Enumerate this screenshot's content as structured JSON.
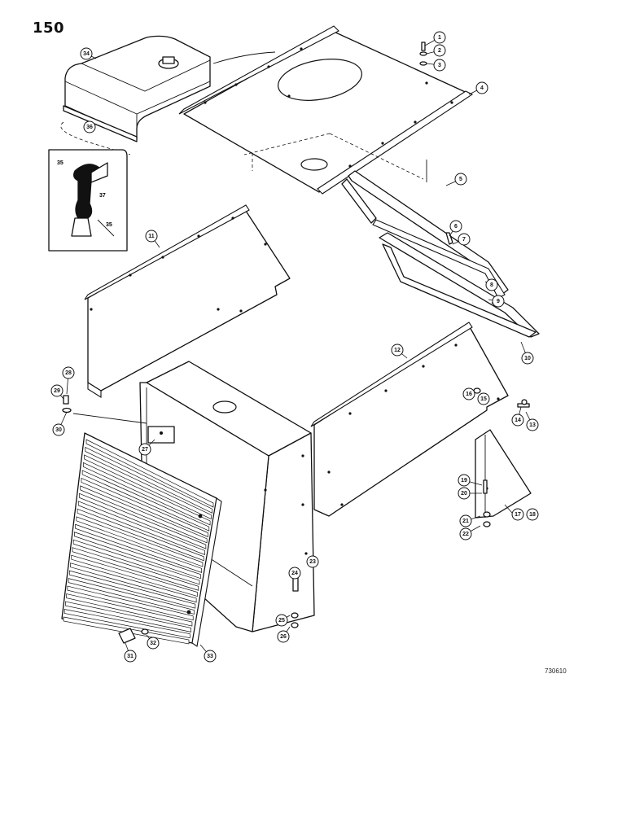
{
  "page_number": "150",
  "figure_code": "730610",
  "callouts": [
    "1",
    "2",
    "3",
    "4",
    "5",
    "6",
    "7",
    "8",
    "9",
    "10",
    "11",
    "12",
    "13",
    "14",
    "15",
    "16",
    "17",
    "18",
    "19",
    "20",
    "21",
    "22",
    "23",
    "24",
    "25",
    "26",
    "27",
    "28",
    "29",
    "30",
    "31",
    "32",
    "33",
    "34",
    "35",
    "35",
    "36",
    "37"
  ],
  "callout_17_18": "17 18"
}
